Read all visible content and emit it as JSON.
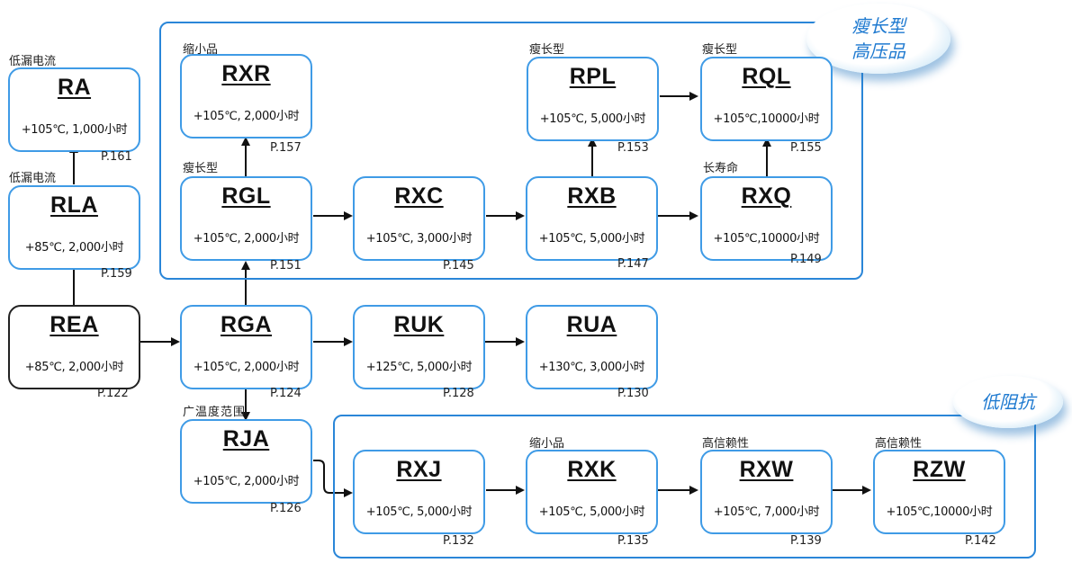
{
  "groups": {
    "high_voltage": {
      "badge_line1": "瘦长型",
      "badge_line2": "高压品"
    },
    "low_impedance": {
      "badge": "低阻抗"
    }
  },
  "nodes": {
    "RA": {
      "code": "RA",
      "spec": "+105℃, 1,000小时",
      "tag": "低漏电流",
      "page": "P.161"
    },
    "RLA": {
      "code": "RLA",
      "spec": "+85℃, 2,000小时",
      "tag": "低漏电流",
      "page": "P.159"
    },
    "REA": {
      "code": "REA",
      "spec": "+85℃, 2,000小时",
      "page": "P.122"
    },
    "RXR": {
      "code": "RXR",
      "spec": "+105℃, 2,000小时",
      "tag": "缩小品",
      "page": "P.157"
    },
    "RGL": {
      "code": "RGL",
      "spec": "+105℃, 2,000小时",
      "tag": "瘦长型",
      "page": "P.151"
    },
    "RXC": {
      "code": "RXC",
      "spec": "+105℃, 3,000小时",
      "page": "P.145"
    },
    "RPL": {
      "code": "RPL",
      "spec": "+105℃, 5,000小时",
      "tag": "瘦长型",
      "page": "P.153"
    },
    "RXB": {
      "code": "RXB",
      "spec": "+105℃, 5,000小时",
      "page": "P.147"
    },
    "RQL": {
      "code": "RQL",
      "spec": "+105℃,10000小时",
      "tag": "瘦长型",
      "page": "P.155"
    },
    "RXQ": {
      "code": "RXQ",
      "spec": "+105℃,10000小时",
      "tag": "长寿命",
      "page": "P.149"
    },
    "RGA": {
      "code": "RGA",
      "spec": "+105℃, 2,000小时",
      "page": "P.124"
    },
    "RUK": {
      "code": "RUK",
      "spec": "+125℃, 5,000小时",
      "page": "P.128"
    },
    "RUA": {
      "code": "RUA",
      "spec": "+130℃, 3,000小时",
      "page": "P.130"
    },
    "RJA": {
      "code": "RJA",
      "spec": "+105℃, 2,000小时",
      "tag": "广温度范围",
      "page": "P.126"
    },
    "RXJ": {
      "code": "RXJ",
      "spec": "+105℃, 5,000小时",
      "page": "P.132"
    },
    "RXK": {
      "code": "RXK",
      "spec": "+105℃, 5,000小时",
      "tag": "缩小品",
      "page": "P.135"
    },
    "RXW": {
      "code": "RXW",
      "spec": "+105℃, 7,000小时",
      "tag": "高信赖性",
      "page": "P.139"
    },
    "RZW": {
      "code": "RZW",
      "spec": "+105℃,10000小时",
      "tag": "高信赖性",
      "page": "P.142"
    }
  },
  "edges": [
    [
      "REA",
      "RLA"
    ],
    [
      "RLA",
      "RA"
    ],
    [
      "REA",
      "RGA"
    ],
    [
      "RGA",
      "RUK"
    ],
    [
      "RUK",
      "RUA"
    ],
    [
      "RGA",
      "RGL"
    ],
    [
      "RGL",
      "RXR"
    ],
    [
      "RGL",
      "RXC"
    ],
    [
      "RXC",
      "RXB"
    ],
    [
      "RXB",
      "RXQ"
    ],
    [
      "RXB",
      "RPL"
    ],
    [
      "RPL",
      "RQL"
    ],
    [
      "RXQ",
      "RQL"
    ],
    [
      "RGA",
      "RJA"
    ],
    [
      "RJA",
      "RXJ"
    ],
    [
      "RXJ",
      "RXK"
    ],
    [
      "RXK",
      "RXW"
    ],
    [
      "RXW",
      "RZW"
    ]
  ],
  "colors": {
    "group_border": "#2a86d8",
    "node_border": "#3f9be6",
    "primary_border": "#222222",
    "badge_text": "#1f7ad0"
  }
}
